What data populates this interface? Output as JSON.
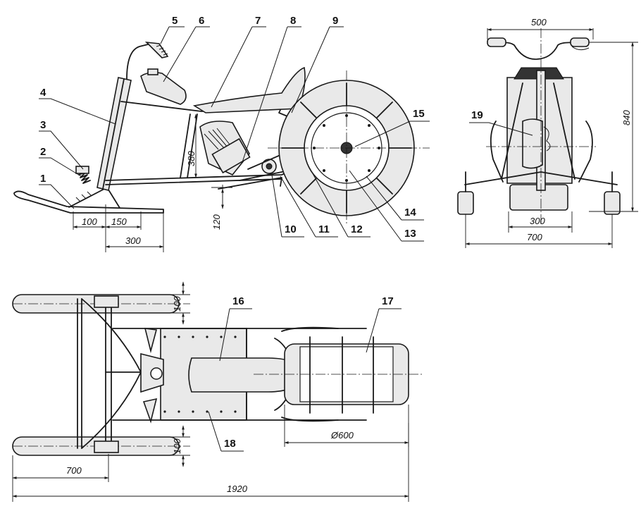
{
  "callouts": [
    "1",
    "2",
    "3",
    "4",
    "5",
    "6",
    "7",
    "8",
    "9",
    "10",
    "11",
    "12",
    "13",
    "14",
    "15",
    "16",
    "17",
    "18",
    "19"
  ],
  "dimensions": {
    "side_100": "100",
    "side_150": "150",
    "side_300": "300",
    "side_380": "380",
    "side_120": "120",
    "front_500": "500",
    "front_840": "840",
    "front_300": "300",
    "front_700": "700",
    "top_100_upper": "100",
    "top_100_lower": "100",
    "top_600": "Ø600",
    "top_700": "700",
    "top_1920": "1920"
  }
}
